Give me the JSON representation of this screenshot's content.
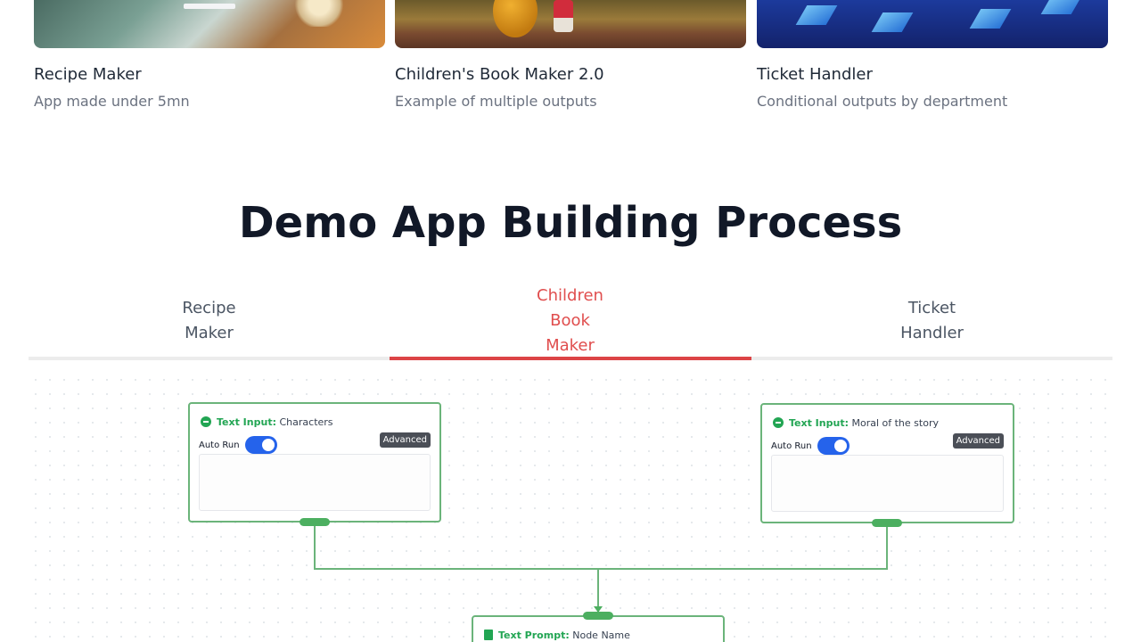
{
  "cards": [
    {
      "title": "Recipe Maker",
      "subtitle": "App made under 5mn"
    },
    {
      "title": "Children's Book Maker 2.0",
      "subtitle": "Example of multiple outputs"
    },
    {
      "title": "Ticket Handler",
      "subtitle": "Conditional outputs by department"
    }
  ],
  "section": {
    "title": "Demo App Building Process"
  },
  "tabs": [
    {
      "label": "Recipe Maker",
      "active": false
    },
    {
      "label": "Children Book Maker",
      "active": true
    },
    {
      "label": "Ticket Handler",
      "active": false
    }
  ],
  "colors": {
    "accent": "#dc4446",
    "node_border": "#6bb47a",
    "node_kind": "#22a553",
    "toggle": "#2563eb"
  },
  "diagram": {
    "nodes": [
      {
        "kind": "Text Input:",
        "name": "Characters",
        "auto_run": "Auto Run",
        "advanced": "Advanced",
        "icon": "chat-icon"
      },
      {
        "kind": "Text Input:",
        "name": "Moral of the story",
        "auto_run": "Auto Run",
        "advanced": "Advanced",
        "icon": "chat-icon"
      },
      {
        "kind": "Text Prompt:",
        "name": "Node Name",
        "icon": "document-icon"
      }
    ]
  }
}
